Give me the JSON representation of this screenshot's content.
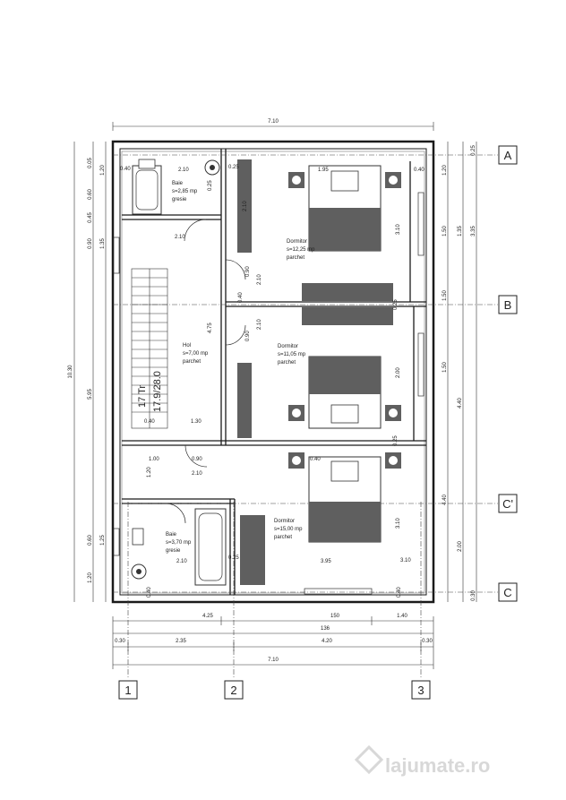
{
  "axes": {
    "rows": [
      "A",
      "B",
      "C'",
      "C"
    ],
    "cols": [
      "1",
      "2",
      "3"
    ]
  },
  "dims_top": [
    "7.10"
  ],
  "dims_bottom": {
    "row1": [
      "4.25",
      "150",
      "1.40"
    ],
    "row2": [
      "136"
    ],
    "row3": [
      "0.30",
      "2.35",
      "4.20",
      "0.30"
    ],
    "row4": [
      "7.10"
    ]
  },
  "dims_left": [
    "0.05",
    "1.20",
    "0.60",
    "0.45",
    "0.90",
    "1.35",
    "10.30",
    "5.95",
    "0.60",
    "1.25",
    "1.20"
  ],
  "dims_right": [
    "0.25",
    "1.20",
    "1.50",
    "1.35",
    "3.35",
    "1.50",
    "1.50",
    "4.40",
    "4.40",
    "2.00",
    "0.30"
  ],
  "dims_inner": [
    "2.10",
    "0.40",
    "0.25",
    "2.10",
    "1.95",
    "3.10",
    "0.40",
    "2.10",
    "0.25",
    "2.10",
    "0.90",
    "2.10",
    "0.40",
    "0.90",
    "2.00",
    "3.10",
    "4.75",
    "1.30",
    "0.40",
    "1.00",
    "0.90",
    "2.10",
    "0.40",
    "1.20",
    "2.10",
    "0.25",
    "3.95",
    "3.10",
    "0.40",
    "0.40",
    "0.25",
    "0.25"
  ],
  "rooms": {
    "baie1": [
      "Baie",
      "s=2,85 mp",
      "gresie"
    ],
    "dormitor1": [
      "Dormitor",
      "s=12,25 mp",
      "parchet"
    ],
    "hol": [
      "Hol",
      "s=7,00 mp",
      "parchet"
    ],
    "dormitor2": [
      "Dormitor",
      "s=11,05 mp",
      "parchet"
    ],
    "baie2": [
      "Baie",
      "s=3,70 mp",
      "gresie"
    ],
    "dormitor3": [
      "Dormitor",
      "s=15,00 mp",
      "parchet"
    ]
  },
  "stairs": [
    "17 Tr",
    "17.9/28.0"
  ],
  "watermark": "lajumate.ro",
  "colors": {
    "wall": "#1a1a1a",
    "furniture": "#5f5f5f",
    "line": "#333333"
  }
}
